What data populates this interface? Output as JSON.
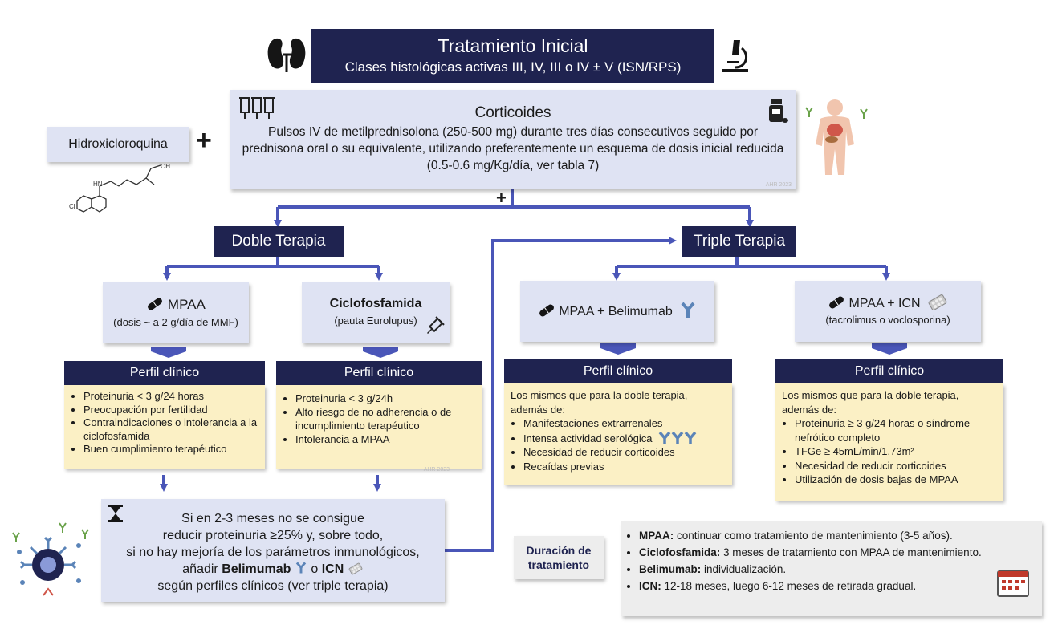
{
  "header": {
    "title": "Tratamiento Inicial",
    "subtitle": "Clases histológicas activas III, IV, III o IV ± V (ISN/RPS)"
  },
  "hydroxy": {
    "label": "Hidroxicloroquina",
    "plus": "+"
  },
  "cortico": {
    "title": "Corticoides",
    "text": "Pulsos IV de metilprednisolona (250-500 mg) durante tres días consecutivos seguido por prednisona oral o su equivalente, utilizando preferentemente un esquema de dosis inicial reducida (0.5-0.6 mg/Kg/día, ver tabla 7)"
  },
  "branch_plus": "+",
  "doble": {
    "label": "Doble Terapia",
    "mpaa": {
      "title": "MPAA",
      "sub": "(dosis ~ a 2 g/día de MMF)"
    },
    "ciclo": {
      "title": "Ciclofosfamida",
      "sub": "(pauta Eurolupus)"
    },
    "perfil_mpaa": {
      "header": "Perfil clínico",
      "items": [
        "Proteinuria < 3 g/24 horas",
        "Preocupación por fertilidad",
        "Contraindicaciones o intolerancia a la ciclofosfamida",
        "Buen cumplimiento terapéutico"
      ]
    },
    "perfil_ciclo": {
      "header": "Perfil clínico",
      "items": [
        "Proteinuria < 3 g/24h",
        "Alto riesgo de no adherencia o de incumplimiento terapéutico",
        "Intolerancia a MPAA"
      ]
    }
  },
  "triple": {
    "label": "Triple Terapia",
    "belim": {
      "title": "MPAA + Belimumab"
    },
    "icn": {
      "title": "MPAA + ICN",
      "sub": "(tacrolimus o voclosporina)"
    },
    "perfil_belim": {
      "header": "Perfil clínico",
      "intro": "Los mismos que para la doble terapia, además de:",
      "items": [
        "Manifestaciones extrarrenales",
        "Intensa actividad serológica",
        "Necesidad de reducir corticoides",
        "Recaídas previas"
      ]
    },
    "perfil_icn": {
      "header": "Perfil clínico",
      "intro": "Los mismos que para la doble terapia, además de:",
      "items": [
        "Proteinuria ≥ 3 g/24 horas o síndrome nefrótico completo",
        "TFGe ≥ 45mL/min/1.73m²",
        "Necesidad de reducir corticoides",
        "Utilización de dosis bajas de MPAA"
      ]
    }
  },
  "escalation": {
    "line1": "Si en 2-3 meses no se consigue",
    "line2": "reducir proteinuria ≥25% y, sobre todo,",
    "line3": "si no hay mejoría de los parámetros inmunológicos,",
    "line4_pre": "añadir",
    "line4_b1": "Belimumab",
    "line4_mid": "o",
    "line4_b2": "ICN",
    "line5": "según perfiles clínicos (ver triple terapia)"
  },
  "duracion": {
    "label": "Duración de tratamiento",
    "items": [
      {
        "b": "MPAA:",
        "t": "continuar como tratamiento de mantenimiento (3-5 años)."
      },
      {
        "b": "Ciclofosfamida:",
        "t": "3 meses de tratamiento con MPAA de mantenimiento."
      },
      {
        "b": "Belimumab:",
        "t": "individualización."
      },
      {
        "b": "ICN:",
        "t": "12-18 meses, luego 6-12 meses de retirada gradual."
      }
    ]
  },
  "colors": {
    "navy": "#1f2350",
    "lavender": "#dfe3f3",
    "yellow": "#fbf0c5",
    "arrow": "#4a56b8",
    "gray": "#ededed"
  },
  "icons": [
    "kidneys-icon",
    "microscope-icon",
    "syringes-icon",
    "pill-bottle-icon",
    "human-body-icon",
    "molecule-icon",
    "pill-icon",
    "syringe-icon",
    "antibody-icon",
    "blister-pack-icon",
    "hourglass-icon",
    "immune-cell-icon",
    "calendar-icon"
  ]
}
